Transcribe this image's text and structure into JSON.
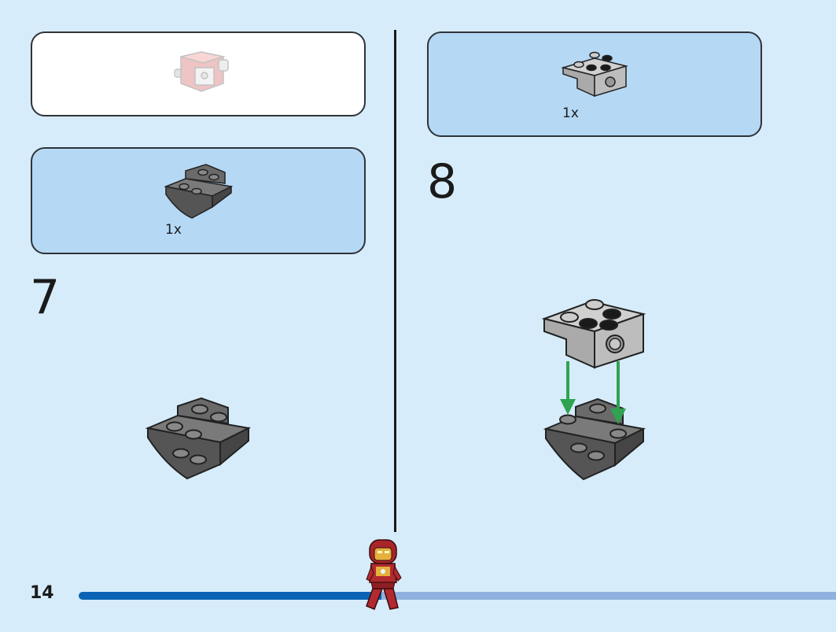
{
  "page": {
    "number": "14",
    "progress_fraction": 0.42
  },
  "steps": [
    {
      "number": "7",
      "part_quantity": "1x"
    },
    {
      "number": "8",
      "part_quantity": "1x"
    }
  ],
  "icons": {
    "previous_assembly": "faded-red-assembly-icon",
    "part_7": "dark-gray-inverted-slope-brick-icon",
    "part_8": "light-gray-technic-brick-icon",
    "mascot": "iron-man-minifigure-icon"
  },
  "colors": {
    "background": "#d6ecfa",
    "parts_box": "#b5d8f5",
    "progress_done": "#0b63b5",
    "progress_rest": "#8fb1df",
    "arrow": "#2fa34f"
  }
}
